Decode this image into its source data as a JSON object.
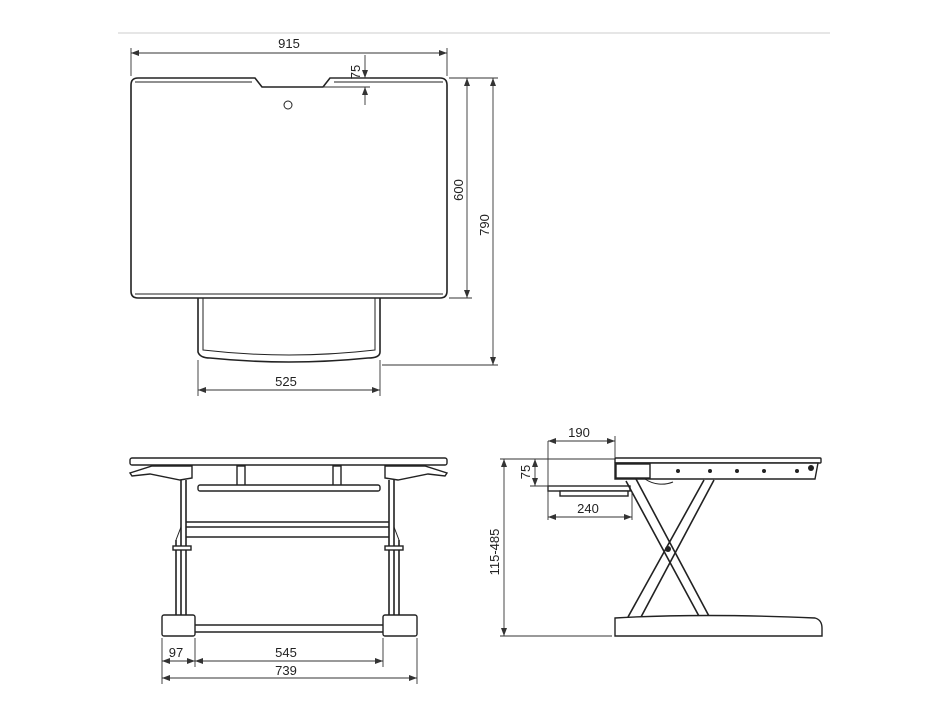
{
  "views": {
    "top": {
      "dims": {
        "width": "915",
        "notch_depth": "75",
        "board_depth": "600",
        "total_depth": "790",
        "tray_width": "525"
      }
    },
    "front": {
      "dims": {
        "foot_width": "97",
        "inner_span": "545",
        "base_width": "739"
      }
    },
    "side": {
      "dims": {
        "tray_offset": "190",
        "tray_drop": "75",
        "tray_depth": "240",
        "height_range": "115-485"
      }
    }
  },
  "colors": {
    "line": "#222222",
    "divider": "#e6e6e6",
    "background": "#ffffff"
  }
}
